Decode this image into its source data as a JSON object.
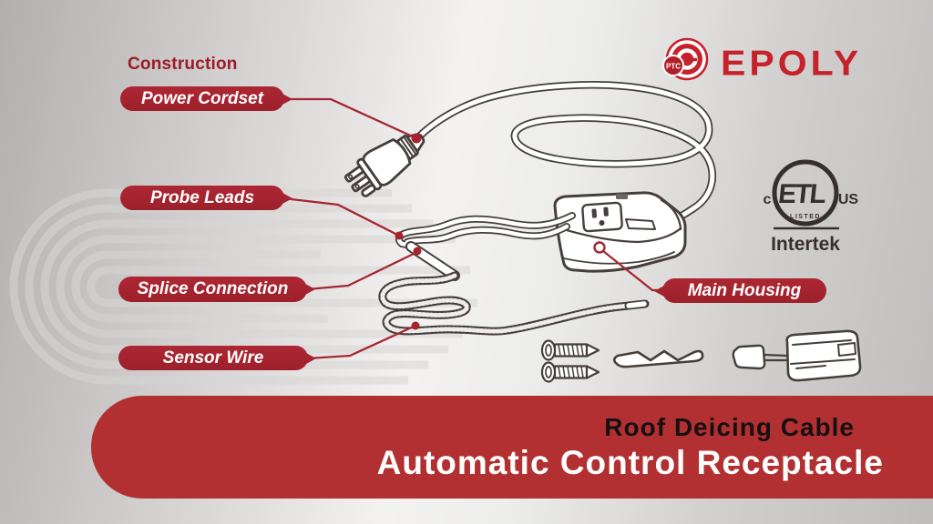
{
  "brand": {
    "name": "EPOLY",
    "badge_text": "PTC"
  },
  "construction": {
    "heading": "Construction",
    "labels": [
      {
        "text": "Power Cordset"
      },
      {
        "text": "Probe Leads"
      },
      {
        "text": "Splice Connection"
      },
      {
        "text": "Sensor Wire"
      },
      {
        "text": "Main Housing"
      }
    ]
  },
  "certification": {
    "mark": "ETL",
    "left": "c",
    "right": "US",
    "listed": "LISTED",
    "company": "Intertek"
  },
  "banner": {
    "line1": "Roof Deicing Cable",
    "line2": "Automatic Control Receptacle"
  },
  "colors": {
    "brand_red": "#c5222b",
    "label_red": "#a5242f",
    "banner_red": "#b23031",
    "leader_red": "#a62733",
    "ink": "#453e3b"
  }
}
